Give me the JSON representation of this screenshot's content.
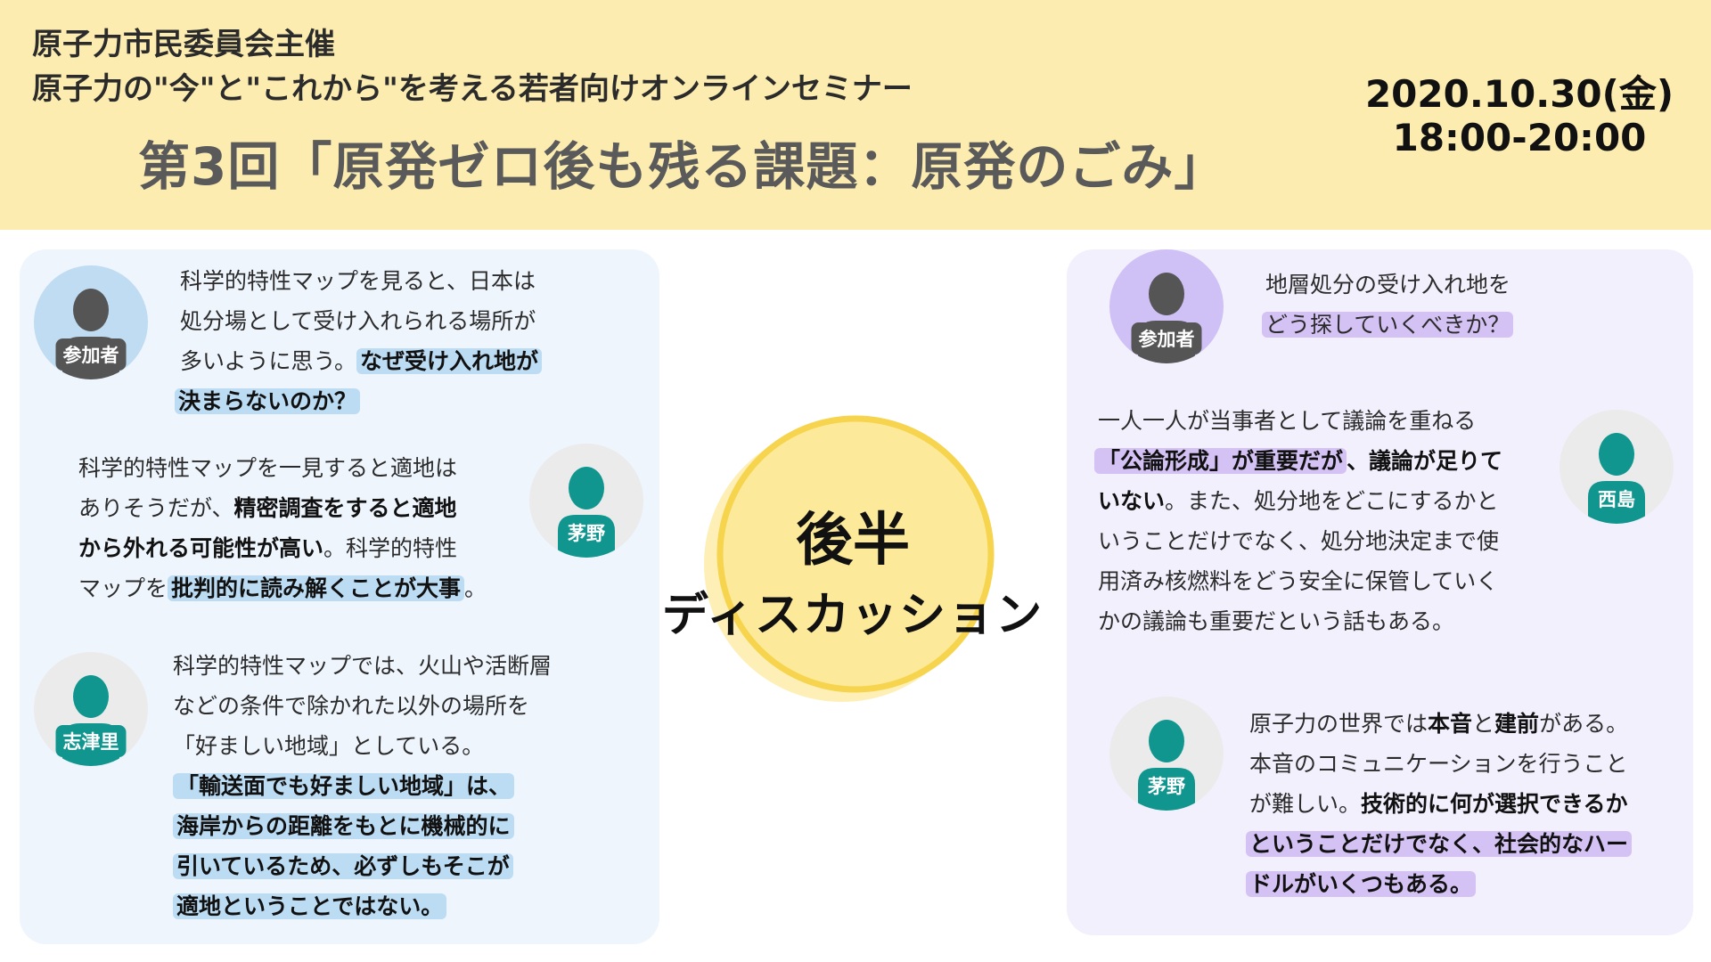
{
  "header": {
    "organizer": "原子力市民委員会主催",
    "series": "原子力の\"今\"と\"これから\"を考える若者向けオンラインセミナー",
    "title": "第3回「原発ゼロ後も残る課題：原発のごみ」",
    "date": "2020.10.30(金)",
    "time": "18:00-20:00"
  },
  "center": {
    "line1": "後半",
    "line2": "ディスカッション"
  },
  "colors": {
    "header_bg": "#fcecb0",
    "left_panel": "#eef5fd",
    "right_panel": "#f3f0fd",
    "highlight_blue": "#bcdcf4",
    "highlight_purple": "#d4c2f5",
    "teal": "#11968f"
  },
  "left": {
    "q1": {
      "speaker": "参加者",
      "lines": [
        "科学的特性マップを見ると、日本は",
        "処分場として受け入れられる場所が",
        "多いように思う。",
        "なぜ受け入れ地が",
        "決まらないのか？"
      ]
    },
    "a1": {
      "speaker": "茅野",
      "lines": [
        "科学的特性マップを一見すると適地は",
        "ありそうだが、",
        "精密調査をすると適地",
        "から外れる可能性が高い",
        "。科学的特性",
        "マップを",
        "批判的に読み解くことが大事",
        "。"
      ]
    },
    "a2": {
      "speaker": "志津里",
      "lines": [
        "科学的特性マップでは、火山や活断層",
        "などの条件で除かれた以外の場所を",
        "「好ましい地域」としている。",
        "「輸送面でも好ましい地域」は、",
        "海岸からの距離をもとに機械的に",
        "引いているため、必ずしもそこが",
        "適地ということではない。"
      ]
    }
  },
  "right": {
    "q1": {
      "speaker": "参加者",
      "lines": [
        "地層処分の受け入れ地を",
        "どう探していくべきか？"
      ]
    },
    "a1": {
      "speaker": "西島",
      "lines": [
        "一人一人が当事者として議論を重ねる",
        "「公論形成」が重要だが",
        "、議論が足りて",
        "いない",
        "。また、処分地をどこにするかと",
        "いうことだけでなく、処分地決定まで使",
        "用済み核燃料をどう安全に保管していく",
        "かの議論も重要だという話もある。"
      ]
    },
    "a2": {
      "speaker": "茅野",
      "lines": [
        "原子力の世界では",
        "本音",
        "と",
        "建前",
        "がある。",
        "本音のコミュニケーションを行うこと",
        "が難しい。",
        "技術的に何が選択できるか",
        "ということだけでなく、社会的なハー",
        "ドルがいくつもある。"
      ]
    }
  }
}
